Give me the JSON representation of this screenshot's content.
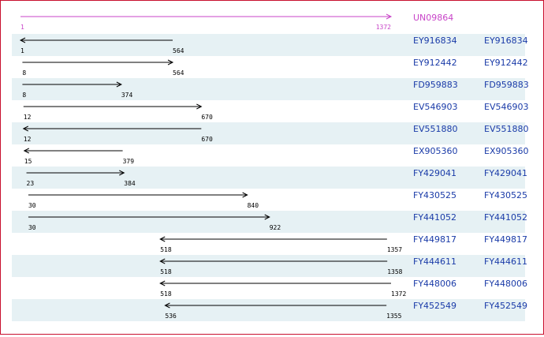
{
  "colors": {
    "frame": "#c8102e",
    "stripe": "#e6f1f4",
    "reference_line": "#c844c8",
    "read_line": "#000000",
    "accession": "#1a3ba8"
  },
  "scale": {
    "min": 1,
    "max": 1372
  },
  "reference": {
    "id": "UN09864",
    "start": 1,
    "end": 1372,
    "direction": "forward"
  },
  "reads": [
    {
      "id": "EY916834",
      "link": "EY916834",
      "start": 1,
      "end": 564,
      "direction": "reverse"
    },
    {
      "id": "EY912442",
      "link": "EY912442",
      "start": 8,
      "end": 564,
      "direction": "forward"
    },
    {
      "id": "FD959883",
      "link": "FD959883",
      "start": 8,
      "end": 374,
      "direction": "forward"
    },
    {
      "id": "EV546903",
      "link": "EV546903",
      "start": 12,
      "end": 670,
      "direction": "forward"
    },
    {
      "id": "EV551880",
      "link": "EV551880",
      "start": 12,
      "end": 670,
      "direction": "reverse"
    },
    {
      "id": "EX905360",
      "link": "EX905360",
      "start": 15,
      "end": 379,
      "direction": "reverse"
    },
    {
      "id": "FY429041",
      "link": "FY429041",
      "start": 23,
      "end": 384,
      "direction": "forward"
    },
    {
      "id": "FY430525",
      "link": "FY430525",
      "start": 30,
      "end": 840,
      "direction": "forward"
    },
    {
      "id": "FY441052",
      "link": "FY441052",
      "start": 30,
      "end": 922,
      "direction": "forward"
    },
    {
      "id": "FY449817",
      "link": "FY449817",
      "start": 518,
      "end": 1357,
      "direction": "reverse"
    },
    {
      "id": "FY444611",
      "link": "FY444611",
      "start": 518,
      "end": 1358,
      "direction": "reverse"
    },
    {
      "id": "FY448006",
      "link": "FY448006",
      "start": 518,
      "end": 1372,
      "direction": "reverse"
    },
    {
      "id": "FY452549",
      "link": "FY452549",
      "start": 536,
      "end": 1355,
      "direction": "reverse"
    }
  ]
}
